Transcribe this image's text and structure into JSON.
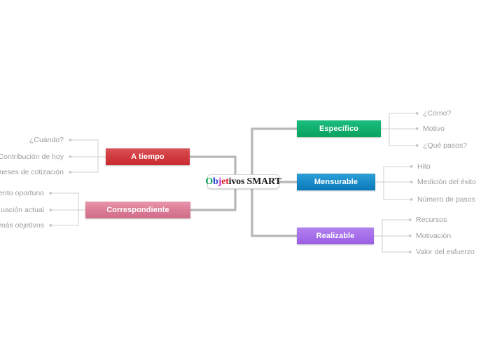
{
  "diagram": {
    "type": "mind-map",
    "background_color": "#ffffff",
    "connector_color_main": "#b7b7b7",
    "connector_color_leaf": "#d2d2d2",
    "leaf_text_color": "#9d9d9d"
  },
  "root": {
    "label": "Objetivos SMART",
    "letters": [
      {
        "char": "O",
        "color": "#00a651"
      },
      {
        "char": "b",
        "color": "#2b3fd8"
      },
      {
        "char": "j",
        "color": "#c020c0"
      },
      {
        "char": "e",
        "color": "#e01b24"
      },
      {
        "char": "t",
        "color": "#e01b24"
      },
      {
        "char": "ivos SMART",
        "color": "#1a1a1a"
      }
    ]
  },
  "branches": [
    {
      "id": "especifico",
      "label": "Específico",
      "color": "#10b06f",
      "side": "right",
      "children": [
        {
          "label": "¿Cómo?"
        },
        {
          "label": "Motivo"
        },
        {
          "label": "¿Qué pasos?"
        }
      ]
    },
    {
      "id": "mensurable",
      "label": "Mensurable",
      "color": "#1b8ecb",
      "side": "right",
      "children": [
        {
          "label": "Hito"
        },
        {
          "label": "Medición del éxito"
        },
        {
          "label": "Número de pasos"
        }
      ]
    },
    {
      "id": "realizable",
      "label": "Realizable",
      "color": "#a771ea",
      "side": "right",
      "children": [
        {
          "label": "Recursos"
        },
        {
          "label": "Motivación"
        },
        {
          "label": "Valor del esfuerzo"
        }
      ]
    },
    {
      "id": "a-tiempo",
      "label": "A tiempo",
      "color": "#d23c40",
      "side": "left",
      "children": [
        {
          "label": "¿Cuándo?"
        },
        {
          "label": "Contribución de hoy"
        },
        {
          "label": "meses de cotización"
        }
      ]
    },
    {
      "id": "correspondiente",
      "label": "Correspondiente",
      "color": "#dd7f98",
      "side": "left",
      "children": [
        {
          "label": "ento oportuno"
        },
        {
          "label": "uación actual"
        },
        {
          "label": "más objetivos"
        }
      ]
    }
  ]
}
